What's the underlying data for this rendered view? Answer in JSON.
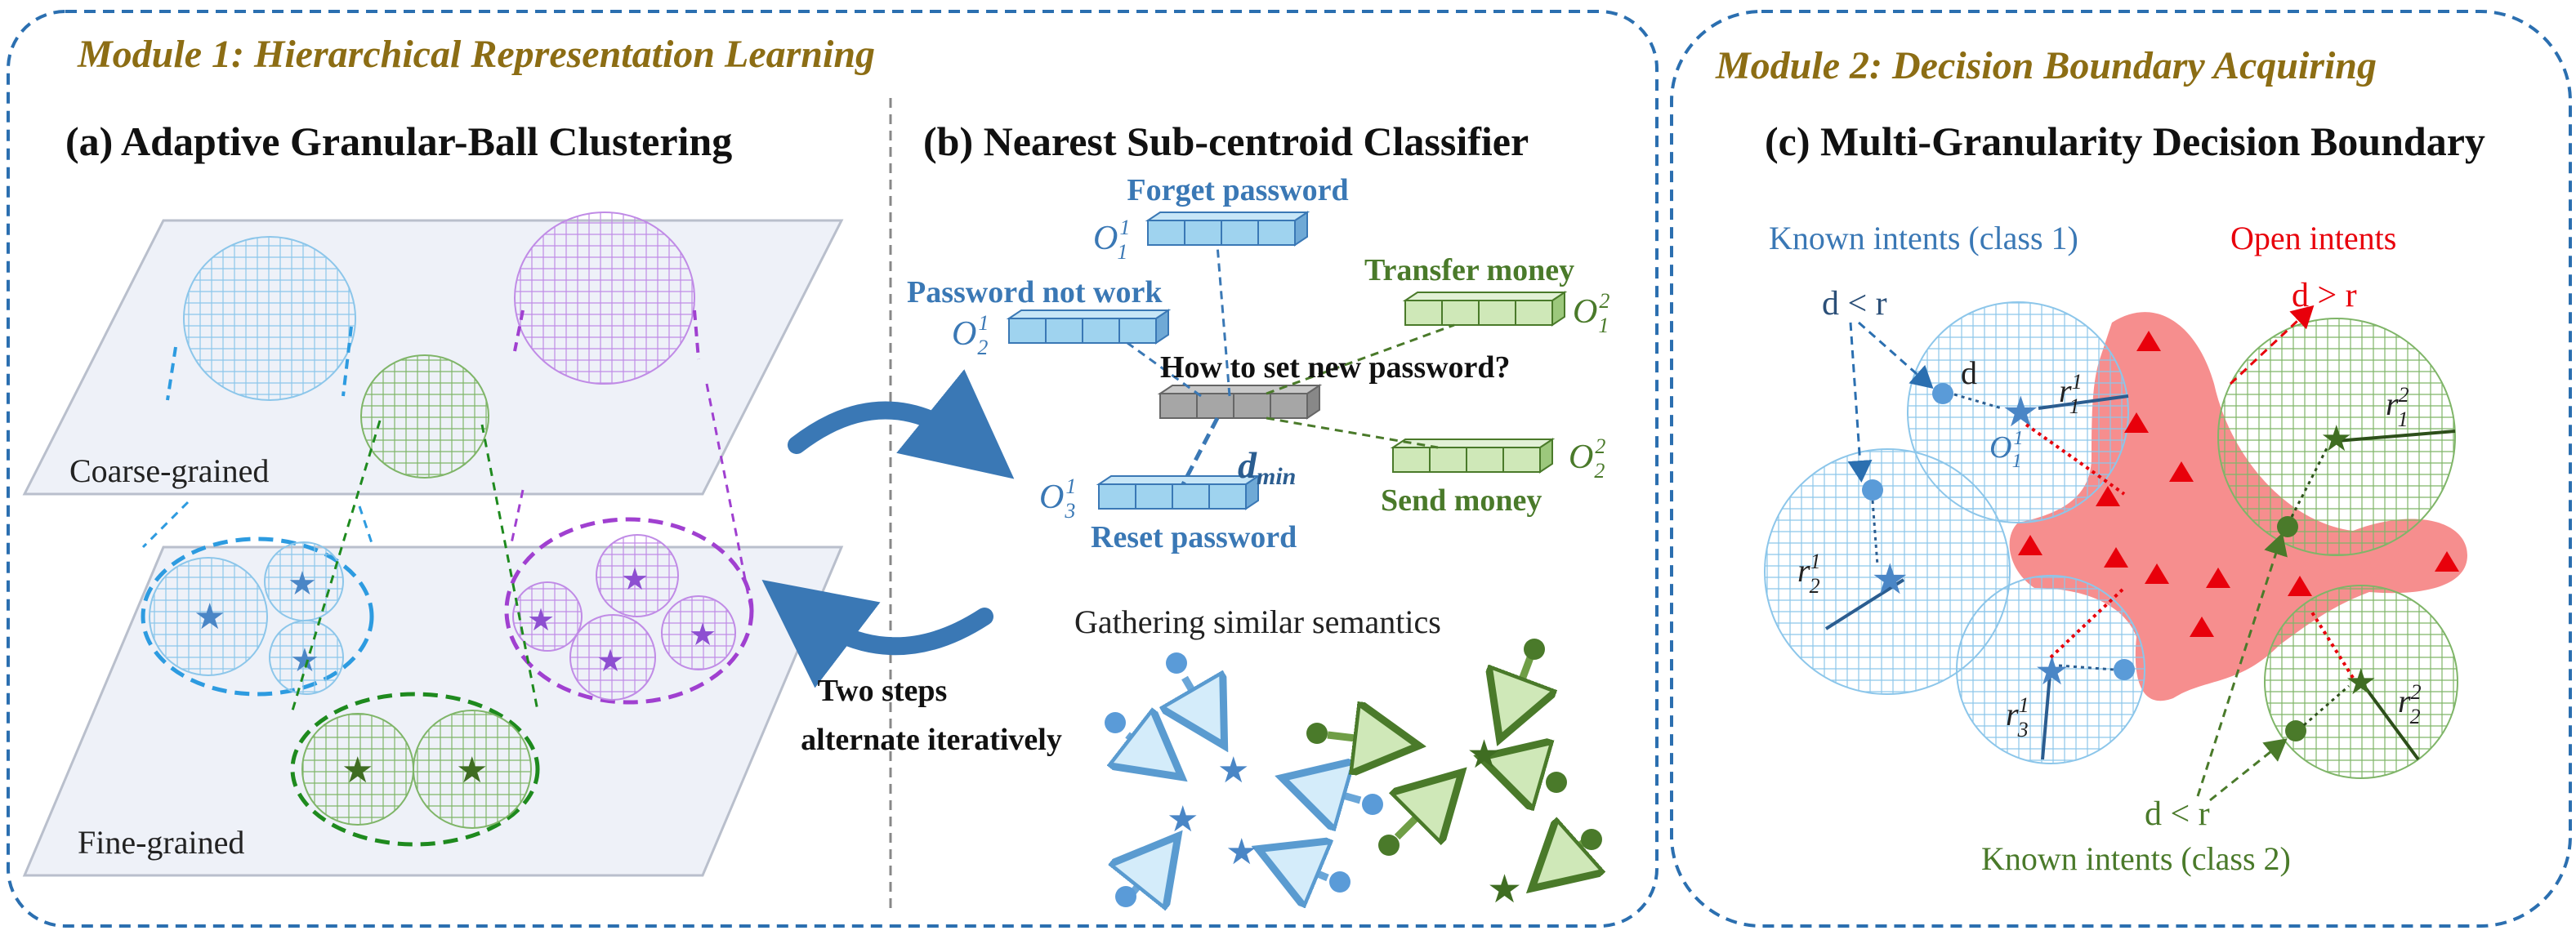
{
  "modules": {
    "module1": "Module 1: Hierarchical Representation Learning",
    "module2": "Module 2: Decision Boundary Acquiring"
  },
  "panels": {
    "a_title": "(a) Adaptive Granular-Ball Clustering",
    "b_title": "(b) Nearest Sub-centroid Classifier",
    "c_title": "(c) Multi-Granularity Decision Boundary"
  },
  "panel_a": {
    "coarse": "Coarse-grained",
    "fine": "Fine-grained"
  },
  "middle": {
    "two_steps_1": "Two steps",
    "two_steps_2": "alternate iteratively"
  },
  "panel_b": {
    "forget": "Forget password",
    "not_work": "Password not work",
    "transfer": "Transfer money",
    "send": "Send money",
    "reset": "Reset password",
    "query": "How to set new password?",
    "dmin": "d",
    "dmin_sub": "min",
    "gathering": "Gathering similar semantics",
    "o11": "O",
    "o21": "O",
    "o31": "O",
    "o12": "O",
    "o22": "O",
    "sup_1": "1",
    "sup_2": "2",
    "sub_1": "1",
    "sub_2": "2",
    "sub_3": "3"
  },
  "panel_c": {
    "known1": "Known intents (class 1)",
    "open": "Open intents",
    "known2": "Known intents (class 2)",
    "d_lt_r": "d < r",
    "d_gt_r": "d > r",
    "d_lt_r_2": "d < r",
    "d": "d",
    "r": "r",
    "o": "O"
  },
  "colors": {
    "blue": "#3a78b5",
    "light_blue": "#9fd3ef",
    "green": "#4a7a2a",
    "light_green": "#b7dca0",
    "purple": "#a05fd0",
    "red": "#e8000b",
    "gold": "#8c6d14",
    "frame": "#2b6fb0"
  }
}
